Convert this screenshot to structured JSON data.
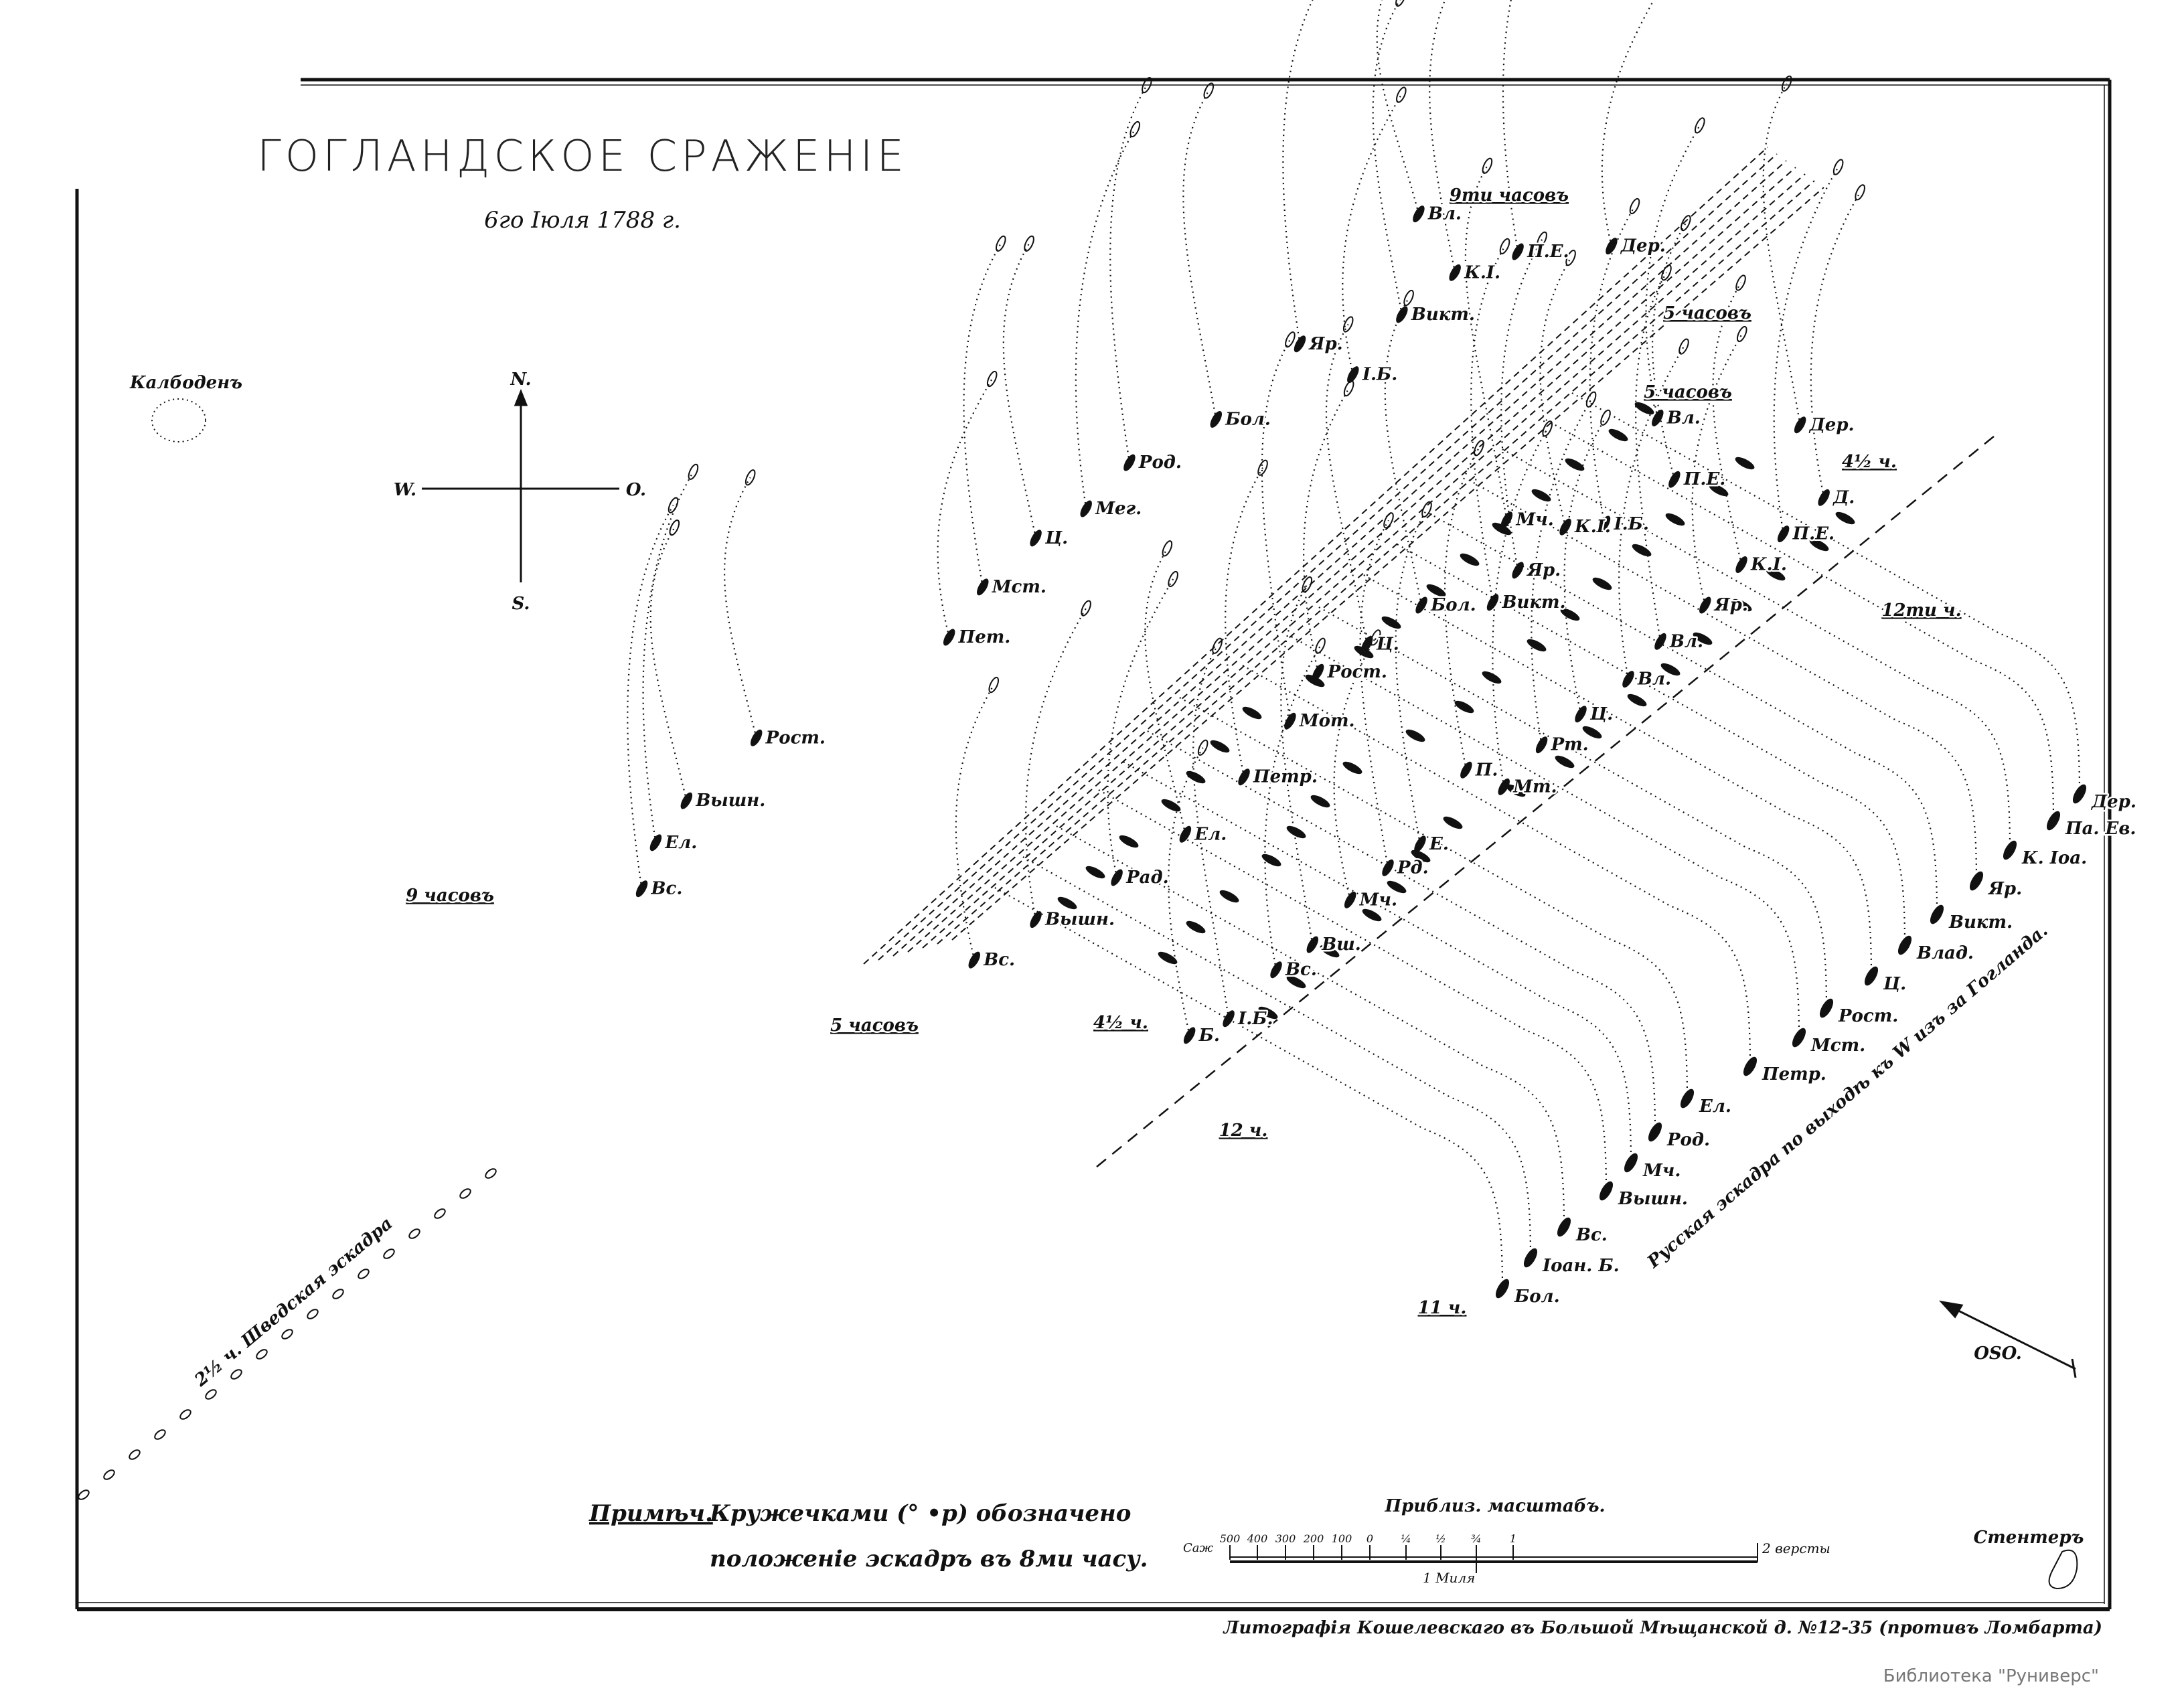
{
  "map": {
    "title": "ГОГЛАНДСКОЕ СРАЖЕНІЕ",
    "date": "6го Іюля 1788 г.",
    "island": "Калбоденъ",
    "compass": {
      "north": "N.",
      "south": "S.",
      "west": "W.",
      "east": "O."
    },
    "time_labels": [
      "9ти часовъ",
      "5 часовъ",
      "5 часовъ",
      "4½ ч.",
      "12ти ч.",
      "9 часовъ",
      "5 часовъ",
      "4½ ч.",
      "12 ч.",
      "11 ч."
    ],
    "wind": "OSO.",
    "swedish_label": "2½ ч.  Шведская эскадра",
    "russian_label": "Русская эскадра по выходѣ къ W изъ за Гогланда.",
    "russian_final_line": [
      "Дер.",
      "Па. Ев.",
      "К. Іоа.",
      "Яр.",
      "Викт.",
      "Влад.",
      "Ц.",
      "Рост.",
      "Мст.",
      "Петр.",
      "Ел.",
      "Род.",
      "Мч.",
      "Вышн.",
      "Вс.",
      "Іоан. Б.",
      "Бол."
    ],
    "battle_ships": [
      "Вл.",
      "К.І.",
      "П.Е.",
      "Дер.",
      "Викт.",
      "Яр.",
      "І.Б.",
      "Бол.",
      "Род.",
      "Вл.",
      "Дер.",
      "П.Е.",
      "Д.",
      "Мч.",
      "К.І.",
      "І.Б.",
      "П.Е.",
      "К.І.",
      "Яр.",
      "Мег.",
      "Ц.",
      "Мст.",
      "Пет.",
      "Бол.",
      "Викт.",
      "Яр.",
      "Ц.",
      "Вл.",
      "Рост.",
      "Вл.",
      "Мот.",
      "Ц.",
      "Рт.",
      "Рост.",
      "Петр.",
      "Мт.",
      "Вышн.",
      "П.",
      "Ел.",
      "Ел.",
      "Е.",
      "Вс.",
      "Рад.",
      "Рд.",
      "Мч.",
      "Вышн.",
      "Вш.",
      "Вс.",
      "Вс.",
      "І.Б.",
      "Б."
    ]
  },
  "legend": {
    "note_label": "Примѣч.",
    "note_line1": "Кружечками (° •р) обозначено",
    "note_line2": "положеніе эскадръ въ 8ми часу."
  },
  "scale": {
    "title": "Приблиз. масштабъ.",
    "unit": "Саж",
    "ticks": [
      "500",
      "400",
      "300",
      "200",
      "100",
      "0",
      "¼",
      "½",
      "¾",
      "1"
    ],
    "end_label": "2 версты",
    "mile_label": "1 Миля"
  },
  "credits": {
    "signature": "Стентеръ",
    "lithography": "Литографія Кошелевскаго въ Большой Мѣщанской д. №12-35 (противъ Ломбарта)",
    "library": "Библиотека \"Руниверс\""
  }
}
